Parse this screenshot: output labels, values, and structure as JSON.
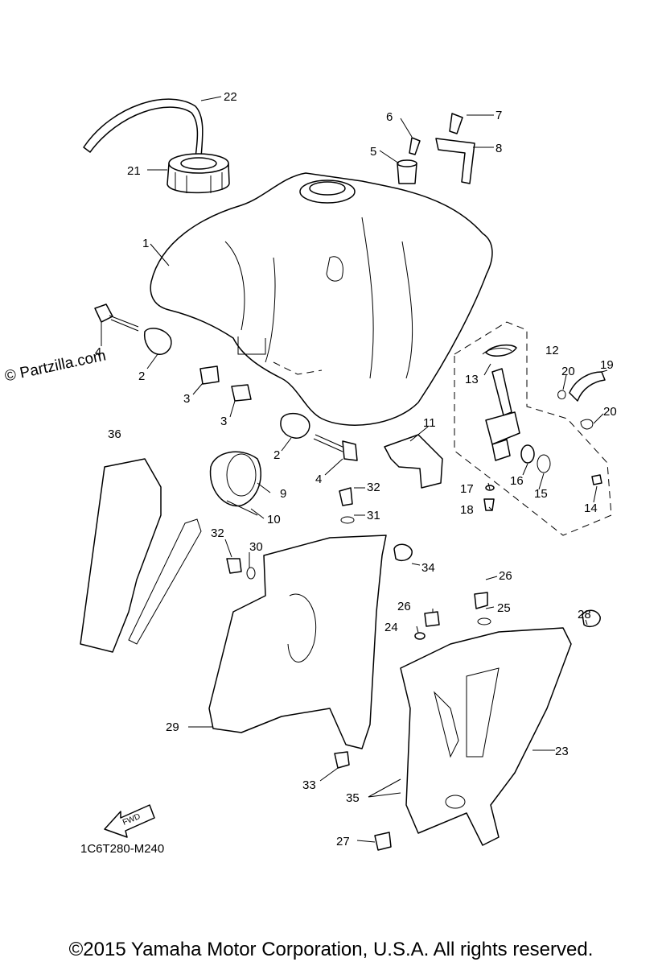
{
  "watermark": "© Partzilla.com",
  "diagram_code": "1C6T280-M240",
  "fwd_label": "FWD",
  "copyright": "©2015 Yamaha Motor Corporation, U.S.A. All rights reserved.",
  "callouts": [
    {
      "id": "c22",
      "text": "22"
    },
    {
      "id": "c21",
      "text": "21"
    },
    {
      "id": "c1",
      "text": "1"
    },
    {
      "id": "c6",
      "text": "6"
    },
    {
      "id": "c7",
      "text": "7"
    },
    {
      "id": "c5",
      "text": "5"
    },
    {
      "id": "c8",
      "text": "8"
    },
    {
      "id": "c4a",
      "text": "4"
    },
    {
      "id": "c2a",
      "text": "2"
    },
    {
      "id": "c3a",
      "text": "3"
    },
    {
      "id": "c3b",
      "text": "3"
    },
    {
      "id": "c2b",
      "text": "2"
    },
    {
      "id": "c4b",
      "text": "4"
    },
    {
      "id": "c11",
      "text": "11"
    },
    {
      "id": "c12",
      "text": "12"
    },
    {
      "id": "c13",
      "text": "13"
    },
    {
      "id": "c20a",
      "text": "20"
    },
    {
      "id": "c19",
      "text": "19"
    },
    {
      "id": "c20b",
      "text": "20"
    },
    {
      "id": "c16",
      "text": "16"
    },
    {
      "id": "c15",
      "text": "15"
    },
    {
      "id": "c17",
      "text": "17"
    },
    {
      "id": "c18",
      "text": "18"
    },
    {
      "id": "c14",
      "text": "14"
    },
    {
      "id": "c36",
      "text": "36"
    },
    {
      "id": "c9",
      "text": "9"
    },
    {
      "id": "c10",
      "text": "10"
    },
    {
      "id": "c32a",
      "text": "32"
    },
    {
      "id": "c31",
      "text": "31"
    },
    {
      "id": "c32b",
      "text": "32"
    },
    {
      "id": "c30",
      "text": "30"
    },
    {
      "id": "c34",
      "text": "34"
    },
    {
      "id": "c26a",
      "text": "26"
    },
    {
      "id": "c26b",
      "text": "26"
    },
    {
      "id": "c25",
      "text": "25"
    },
    {
      "id": "c24",
      "text": "24"
    },
    {
      "id": "c28",
      "text": "28"
    },
    {
      "id": "c29",
      "text": "29"
    },
    {
      "id": "c23",
      "text": "23"
    },
    {
      "id": "c33",
      "text": "33"
    },
    {
      "id": "c35",
      "text": "35"
    },
    {
      "id": "c27",
      "text": "27"
    }
  ]
}
